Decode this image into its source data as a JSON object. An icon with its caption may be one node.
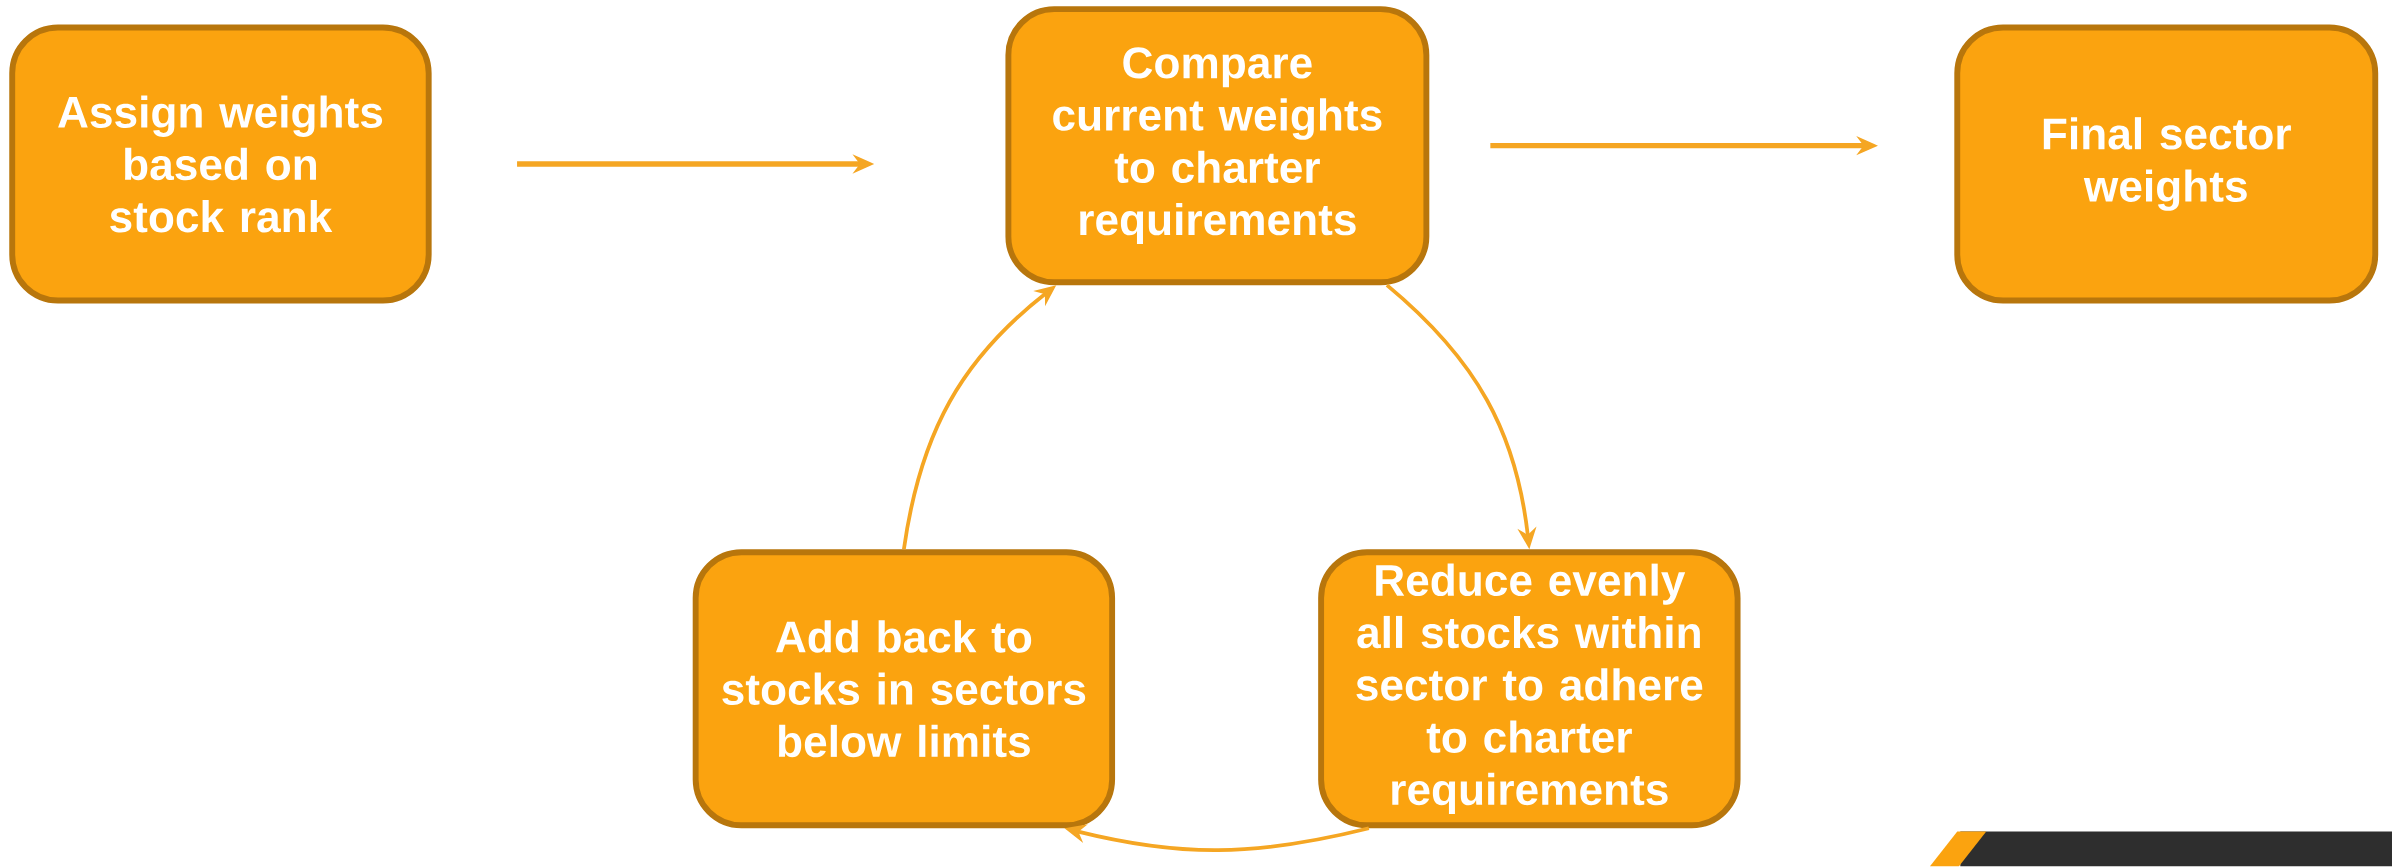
{
  "diagram": {
    "nodes": [
      {
        "text": [
          "Assign weights based on stock rank"
        ]
      },
      {
        "text": [
          "Compare current weights to charter requirements"
        ]
      },
      {
        "text": [
          "Final sector weights"
        ]
      },
      {
        "text": [
          "Reduce evenly all stocks within sector to adhere to charter requirements"
        ]
      },
      {
        "text": [
          "Add back to stocks in sectors below limits"
        ]
      }
    ],
    "edges": [
      {
        "from": 0,
        "to": 1,
        "arrow": "to"
      },
      {
        "from": 1,
        "to": 2,
        "arrow": "to"
      },
      {
        "from": 1,
        "to": 3,
        "arrow": "to"
      },
      {
        "from": 3,
        "to": 4,
        "arrow": "to"
      },
      {
        "from": 4,
        "to": 1,
        "arrow": "to"
      }
    ]
  }
}
